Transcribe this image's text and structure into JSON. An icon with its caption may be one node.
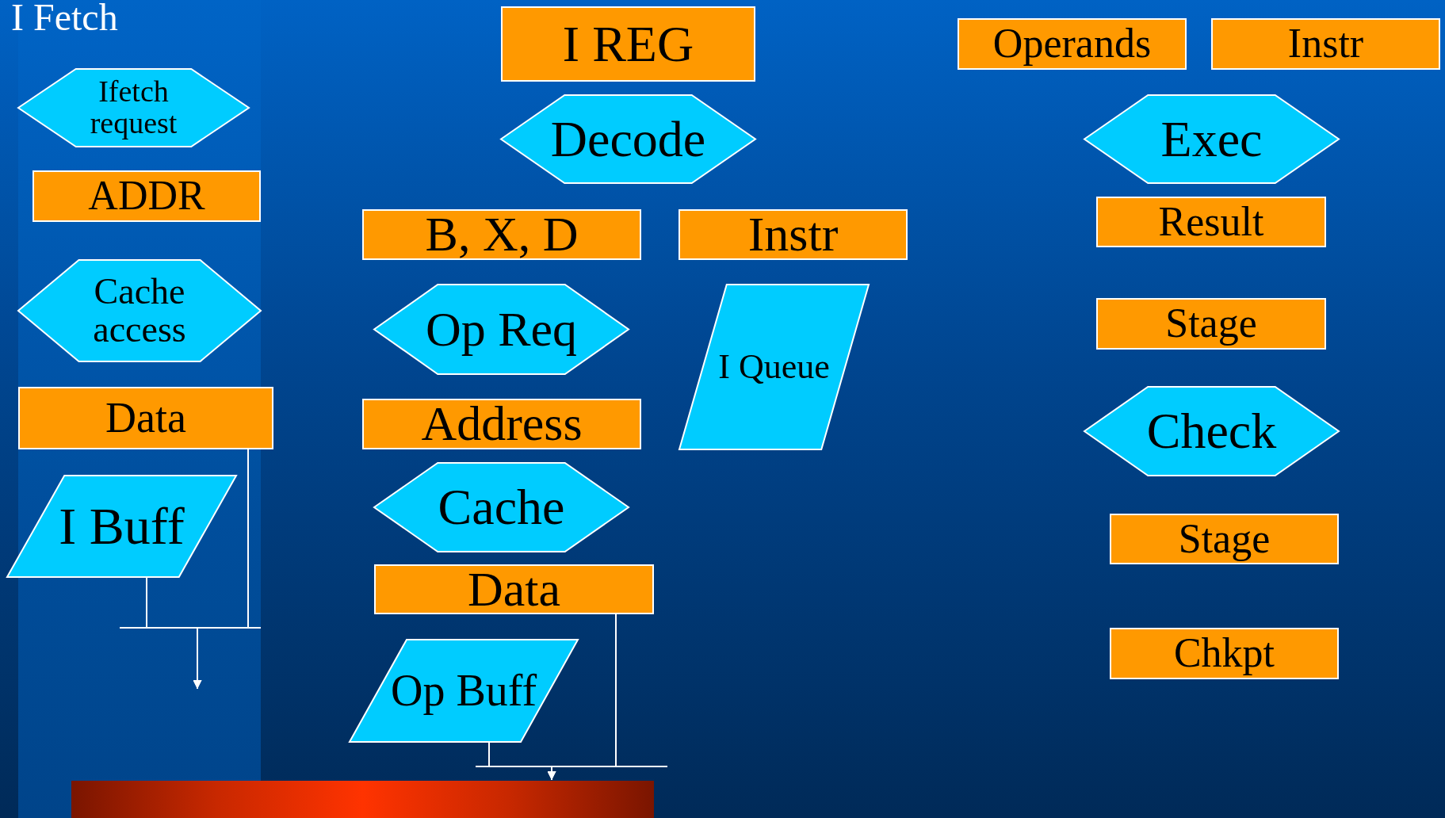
{
  "diagram": {
    "title": "I Fetch",
    "nodes": [
      {
        "text": [
          "Ifetch request"
        ]
      },
      {
        "text": [
          "ADDR"
        ]
      },
      {
        "text": [
          "Cache access"
        ]
      },
      {
        "text": [
          "Data"
        ]
      },
      {
        "text": [
          "I Buff"
        ]
      },
      {
        "text": [
          "I REG"
        ]
      },
      {
        "text": [
          "Decode"
        ]
      },
      {
        "text": [
          "B, X, D"
        ]
      },
      {
        "text": [
          "Instr"
        ]
      },
      {
        "text": [
          "Op Req"
        ]
      },
      {
        "text": [
          "I Queue"
        ]
      },
      {
        "text": [
          "Address"
        ]
      },
      {
        "text": [
          "Cache"
        ]
      },
      {
        "text": [
          "Data"
        ]
      },
      {
        "text": [
          "Op Buff"
        ]
      },
      {
        "text": [
          "Operands"
        ]
      },
      {
        "text": [
          "Instr"
        ]
      },
      {
        "text": [
          "Exec"
        ]
      },
      {
        "text": [
          "Result"
        ]
      },
      {
        "text": [
          "Stage"
        ]
      },
      {
        "text": [
          "Check"
        ]
      },
      {
        "text": [
          "Stage"
        ]
      },
      {
        "text": [
          "Chkpt"
        ]
      },
      {
        "text": [],
        "shape": "bar"
      }
    ],
    "edges": [
      {
        "from": 4,
        "to": null,
        "arrow": "to"
      },
      {
        "from": 3,
        "to": null,
        "arrow": "to"
      },
      {
        "from": 14,
        "to": 23,
        "arrow": "to"
      },
      {
        "from": 13,
        "to": 23,
        "arrow": "to"
      }
    ]
  }
}
